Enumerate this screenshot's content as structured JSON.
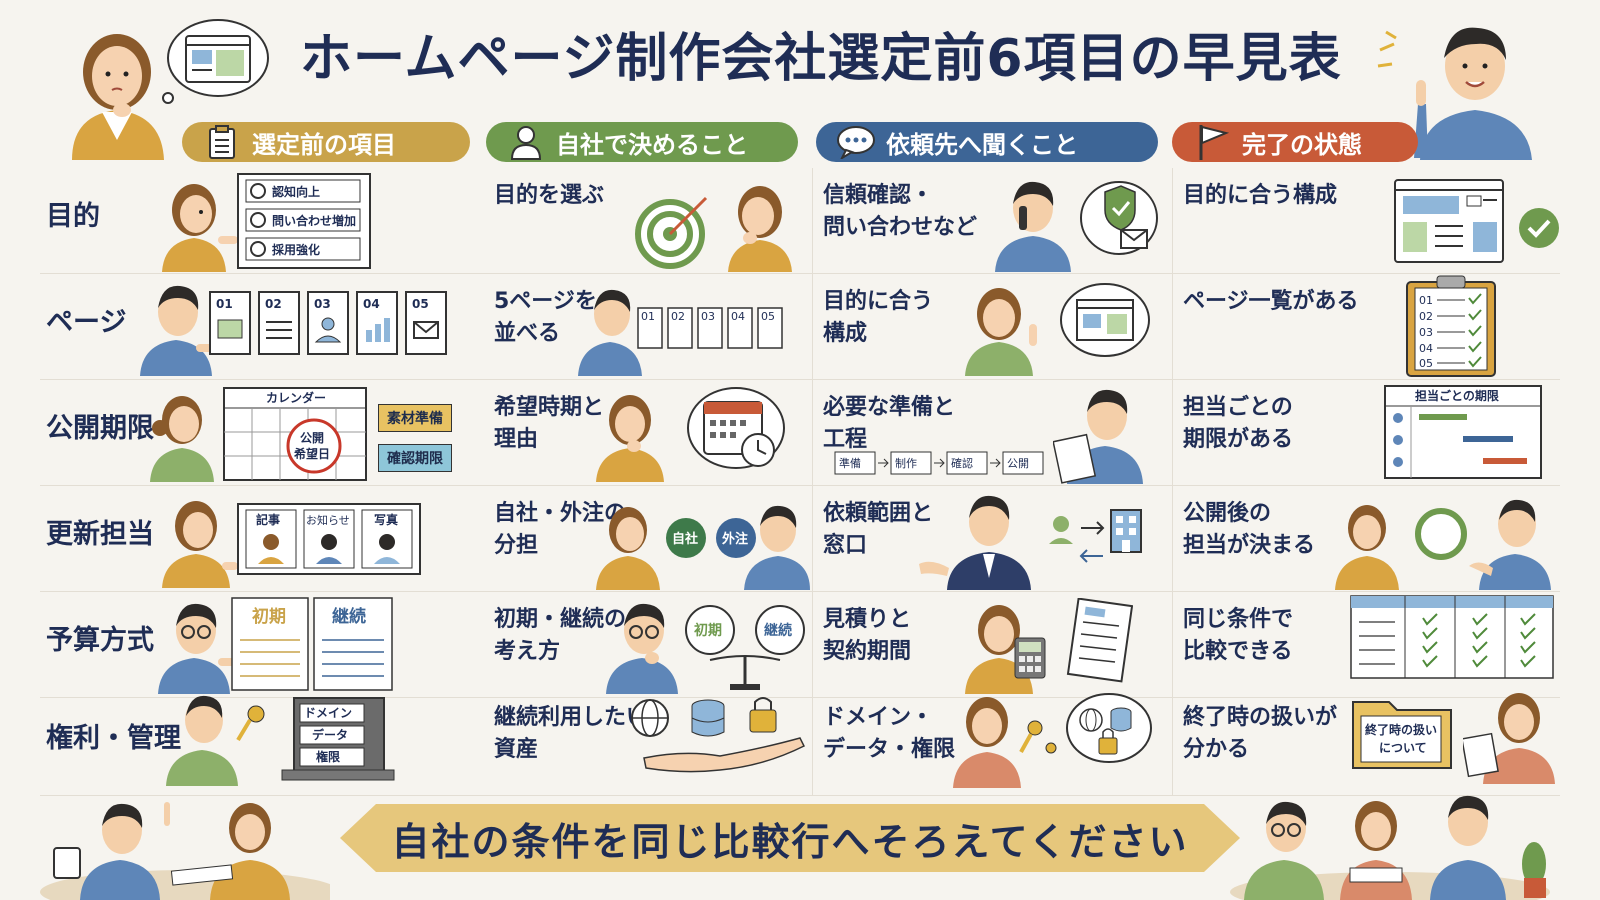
{
  "title": "ホームページ制作会社選定前6項目の早見表",
  "headers": [
    {
      "label": "選定前の項目",
      "icon": "clipboard-icon",
      "color": "#c9a34a"
    },
    {
      "label": "自社で決めること",
      "icon": "person-icon",
      "color": "#6f9a4e"
    },
    {
      "label": "依頼先へ聞くこと",
      "icon": "speech-bubble-icon",
      "color": "#3d6596"
    },
    {
      "label": "完了の状態",
      "icon": "flag-icon",
      "color": "#c85a38"
    }
  ],
  "rows": [
    {
      "label": "目的",
      "decide": "目的を選ぶ",
      "ask": "信頼確認・\n問い合わせなど",
      "done": "目的に合う構成",
      "art": {
        "options": [
          "認知向上",
          "問い合わせ増加",
          "採用強化"
        ]
      }
    },
    {
      "label": "ページ",
      "decide": "5ページを\n並べる",
      "ask": "目的に合う\n構成",
      "done": "ページ一覧がある",
      "art": {
        "pages": [
          "01",
          "02",
          "03",
          "04",
          "05"
        ]
      }
    },
    {
      "label": "公開期限",
      "decide": "希望時期と\n理由",
      "ask": "必要な準備と\n工程",
      "done": "担当ごとの\n期限がある",
      "art": {
        "calendar_title": "カレンダー",
        "target_date": "公開\n希望日",
        "tags": [
          "素材準備",
          "確認期限"
        ],
        "flow": [
          "準備",
          "制作",
          "確認",
          "公開"
        ],
        "gantt_title": "担当ごとの期限"
      }
    },
    {
      "label": "更新担当",
      "decide": "自社・外注の\n分担",
      "ask": "依頼範囲と\n窓口",
      "done": "公開後の\n担当が決まる",
      "art": {
        "cards": [
          "記事",
          "お知らせ",
          "写真"
        ],
        "badges": [
          "自社",
          "外注"
        ]
      }
    },
    {
      "label": "予算方式",
      "decide": "初期・継続の\n考え方",
      "ask": "見積りと\n契約期間",
      "done": "同じ条件で\n比較できる",
      "art": {
        "columns": [
          "初期",
          "継続"
        ]
      }
    },
    {
      "label": "権利・管理",
      "decide": "継続利用したい\n資産",
      "ask": "ドメイン・\nデータ・権限",
      "done": "終了時の扱いが\n分かる",
      "art": {
        "drawers": [
          "ドメイン",
          "データ",
          "権限"
        ],
        "folder": "終了時の扱い\nについて"
      }
    }
  ],
  "footer": "自社の条件を同じ比較行へそろえてください",
  "colors": {
    "navy": "#1f2d55",
    "gold": "#c9a34a",
    "green": "#6f9a4e",
    "blue": "#3d6596",
    "red": "#c85a38",
    "banner": "#e6c77c"
  }
}
